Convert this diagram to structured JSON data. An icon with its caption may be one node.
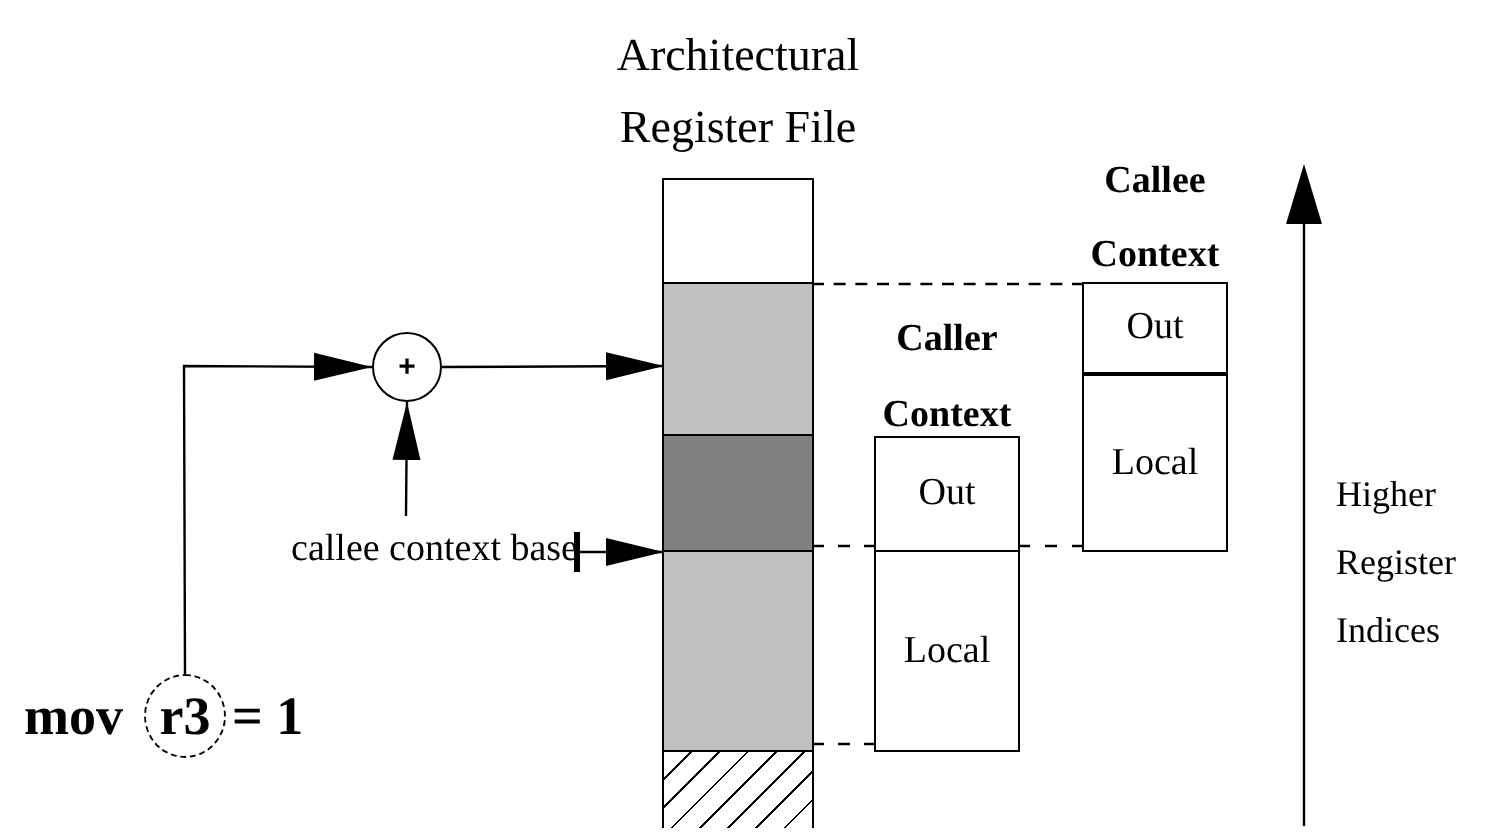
{
  "diagram": {
    "nodes": [
      {
        "text": [
          "Architectural Register File"
        ]
      },
      {
        "text": [],
        "shape": "bar",
        "in": 0
      },
      {
        "text": [],
        "shape": "bar",
        "in": 0
      },
      {
        "text": [],
        "shape": "bar",
        "in": 0
      },
      {
        "text": [],
        "shape": "bar",
        "in": 0
      },
      {
        "text": [],
        "shape": "bar",
        "in": 0
      },
      {
        "text": [
          "Caller Context"
        ]
      },
      {
        "text": [
          "Out"
        ],
        "in": 6
      },
      {
        "text": [
          "Local"
        ],
        "in": 6
      },
      {
        "text": [
          "Callee Context"
        ]
      },
      {
        "text": [
          "Out"
        ],
        "in": 9
      },
      {
        "text": [
          "Local"
        ],
        "in": 9
      },
      {
        "text": [
          "+"
        ]
      },
      {
        "text": [
          "callee context base"
        ]
      },
      {
        "text": [
          "r3"
        ]
      }
    ],
    "edges": [
      {
        "from": 14,
        "to": 12,
        "arrow": "to"
      },
      {
        "from": 12,
        "to": 2,
        "arrow": "to"
      },
      {
        "from": 13,
        "to": 12,
        "arrow": "to"
      },
      {
        "from": 13,
        "to": 4,
        "arrow": "to"
      },
      {
        "from": 2,
        "to": 10,
        "arrow": "none",
        "style": "dashed"
      },
      {
        "from": 3,
        "to": 7,
        "arrow": "none",
        "style": "dashed"
      },
      {
        "from": 7,
        "to": 11,
        "arrow": "none",
        "style": "dashed"
      },
      {
        "from": 4,
        "to": 8,
        "arrow": "none",
        "style": "dashed"
      }
    ],
    "labels": [
      "mov",
      "= 1",
      "Higher Register Indices"
    ]
  }
}
